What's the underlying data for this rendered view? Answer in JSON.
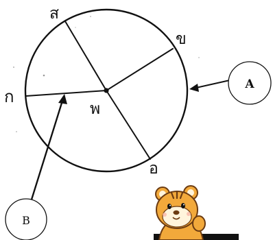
{
  "diagram": {
    "points": {
      "top": "ส",
      "right_top": "ข",
      "left": "ก",
      "center": "พ",
      "bottom": "อ"
    },
    "callouts": {
      "a": "A",
      "b": "B"
    },
    "colors": {
      "ink": "#111111",
      "tiger_orange": "#F2A93B",
      "tiger_dark": "#6B3B12",
      "tiger_cream": "#FFF4DC",
      "background": "#FFFFFF"
    },
    "mascot": "tiger-cub-icon"
  }
}
